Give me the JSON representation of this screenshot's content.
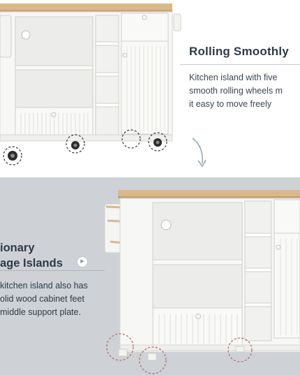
{
  "top_section": {
    "title": "Rolling Smoothly",
    "description_lines": [
      "Kitchen island with five",
      "smooth rolling wheels m",
      "it easy to move freely"
    ]
  },
  "bottom_section": {
    "title_lines": [
      "ionary",
      "age Islands"
    ],
    "description_lines": [
      "kitchen island also has",
      "olid wood cabinet feet",
      "middle support plate."
    ],
    "info_icon": "play-circle-icon"
  },
  "colors": {
    "heading_text": "#2f3a48",
    "body_text": "#3d4652",
    "bottom_background": "#ced2d6",
    "cabinet_white": "#f7f7f5",
    "wood_top": "#d9b98a",
    "callout_accent": "#b96a6a"
  }
}
